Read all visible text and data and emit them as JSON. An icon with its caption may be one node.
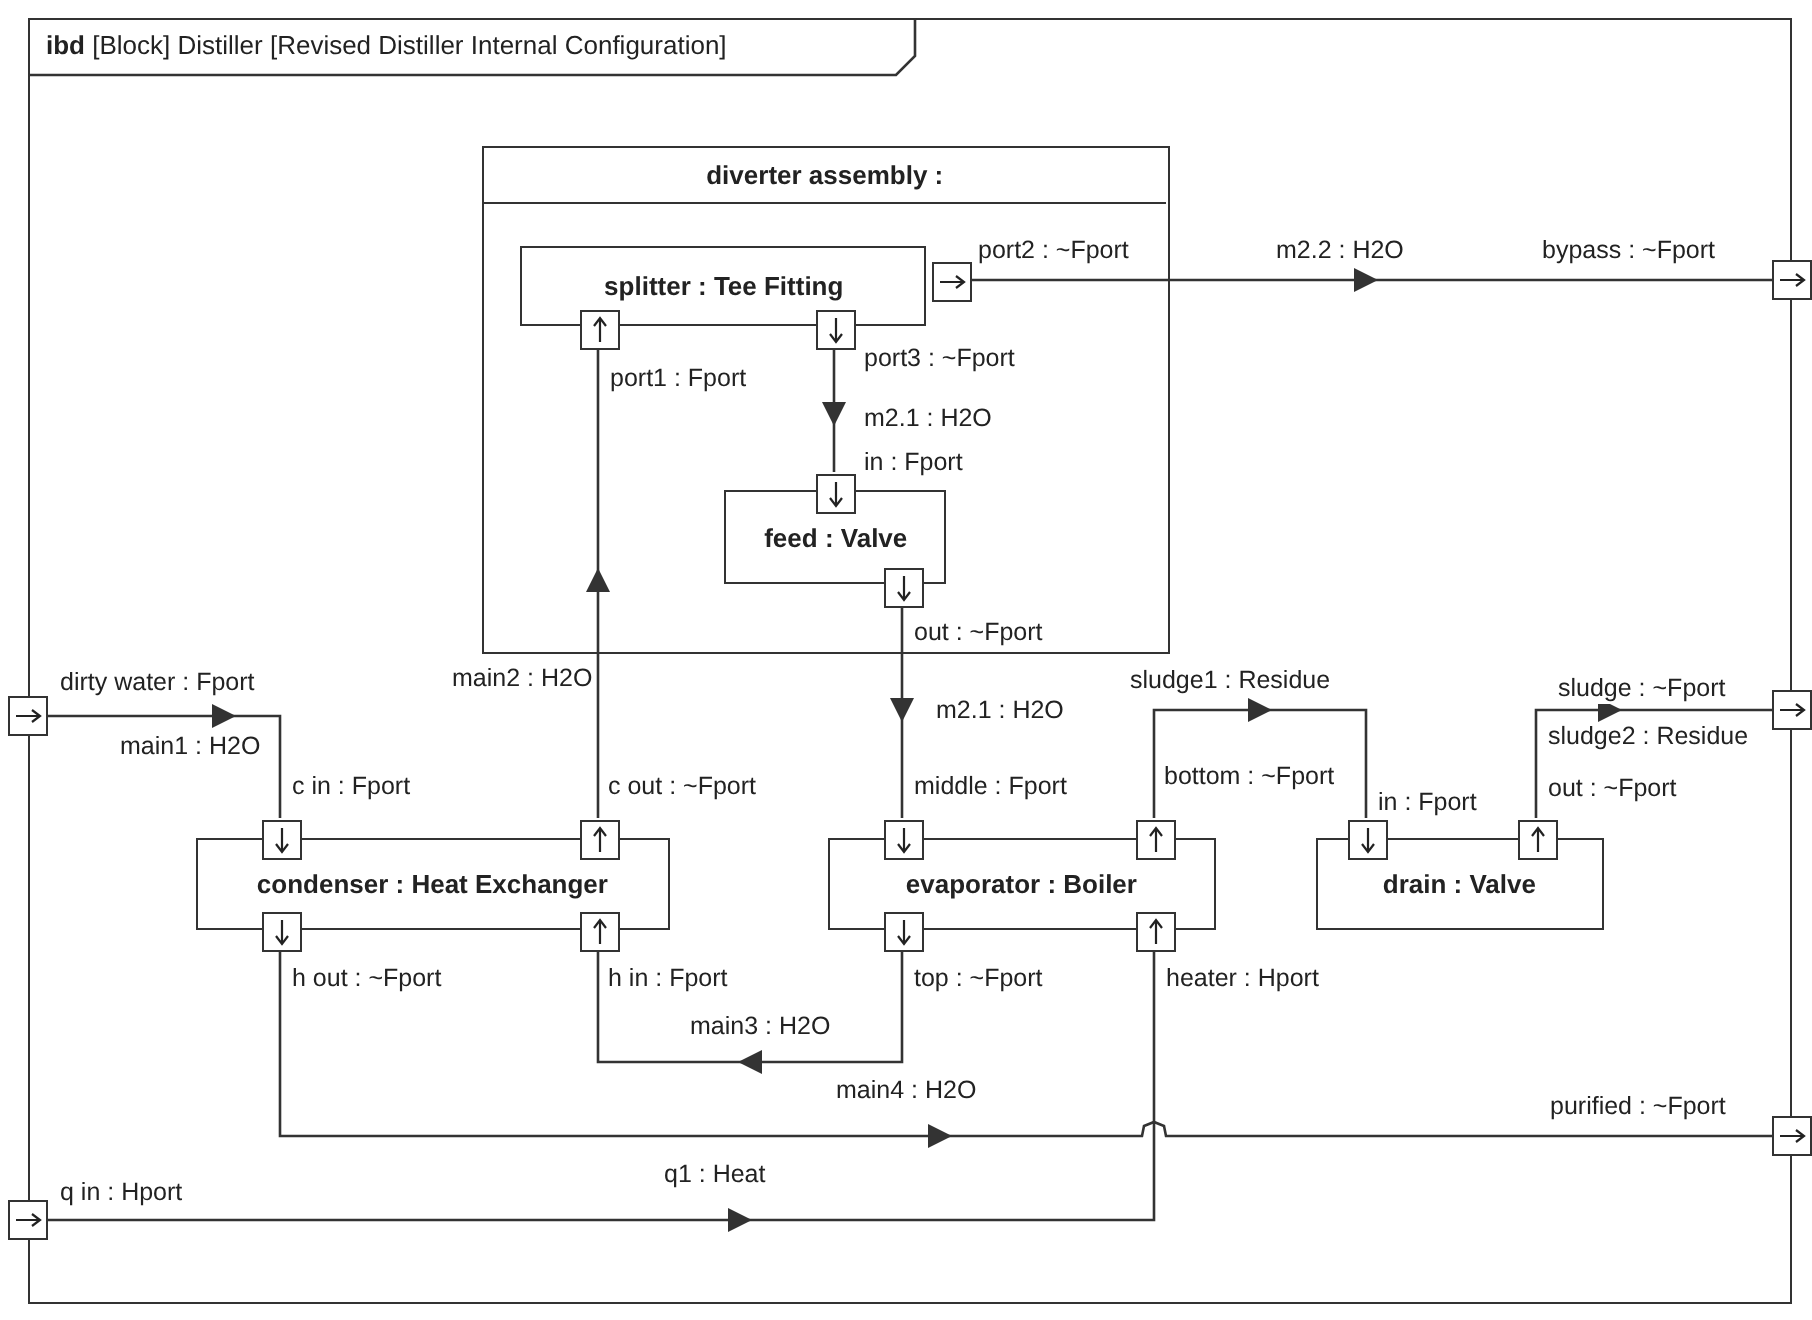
{
  "diagram": {
    "nodes": [
      {
        "text": [
          "**ibd** [Block] Distiller [Revised Distiller Internal Configuration]"
        ]
      },
      {
        "text": [
          "diverter assembly :"
        ],
        "in": 0
      },
      {
        "text": [
          "splitter : Tee Fitting"
        ],
        "in": 1
      },
      {
        "text": [
          "feed : Valve"
        ],
        "in": 1
      },
      {
        "text": [
          "condenser : Heat Exchanger"
        ],
        "in": 0
      },
      {
        "text": [
          "evaporator : Boiler"
        ],
        "in": 0
      },
      {
        "text": [
          "drain : Valve"
        ],
        "in": 0
      },
      {
        "text": [],
        "shape": "box",
        "beside": [
          "port1 : Fport"
        ],
        "in": 1
      },
      {
        "text": [],
        "shape": "box",
        "beside": [
          "port3 : ~Fport"
        ],
        "in": 1
      },
      {
        "text": [],
        "shape": "box",
        "beside": [
          "port2 : ~Fport"
        ],
        "in": 1
      },
      {
        "text": [],
        "shape": "box",
        "beside": [
          "in : Fport"
        ],
        "in": 1
      },
      {
        "text": [],
        "shape": "box",
        "beside": [
          "out : ~Fport"
        ],
        "in": 1
      },
      {
        "text": [],
        "shape": "box",
        "beside": [
          "c in : Fport"
        ],
        "in": 0
      },
      {
        "text": [],
        "shape": "box",
        "beside": [
          "c out : ~Fport"
        ],
        "in": 0
      },
      {
        "text": [],
        "shape": "box",
        "beside": [
          "h out : ~Fport"
        ],
        "in": 0
      },
      {
        "text": [],
        "shape": "box",
        "beside": [
          "h in : Fport"
        ],
        "in": 0
      },
      {
        "text": [],
        "shape": "box",
        "beside": [
          "middle : Fport"
        ],
        "in": 0
      },
      {
        "text": [],
        "shape": "box",
        "beside": [
          "bottom : ~Fport"
        ],
        "in": 0
      },
      {
        "text": [],
        "shape": "box",
        "beside": [
          "top : ~Fport"
        ],
        "in": 0
      },
      {
        "text": [],
        "shape": "box",
        "beside": [
          "heater : Hport"
        ],
        "in": 0
      },
      {
        "text": [],
        "shape": "box",
        "beside": [
          "in : Fport"
        ],
        "in": 0
      },
      {
        "text": [],
        "shape": "box",
        "beside": [
          "out : ~Fport"
        ],
        "in": 0
      },
      {
        "text": [],
        "shape": "box",
        "beside": [
          "dirty water : Fport"
        ]
      },
      {
        "text": [],
        "shape": "box",
        "beside": [
          "q in : Hport"
        ]
      },
      {
        "text": [],
        "shape": "box",
        "beside": [
          "bypass : ~Fport"
        ]
      },
      {
        "text": [],
        "shape": "box",
        "beside": [
          "sludge : ~Fport"
        ]
      },
      {
        "text": [],
        "shape": "box",
        "beside": [
          "purified : ~Fport"
        ]
      }
    ],
    "edges": [
      {
        "from": 22,
        "to": 12,
        "arrow": "to",
        "label": "main1 : H2O"
      },
      {
        "from": 13,
        "to": 7,
        "arrow": "to",
        "label": "main2 : H2O"
      },
      {
        "from": 9,
        "to": 24,
        "arrow": "to",
        "label": "m2.2 : H2O"
      },
      {
        "from": 8,
        "to": 10,
        "arrow": "to",
        "label": "m2.1 : H2O"
      },
      {
        "from": 11,
        "to": 16,
        "arrow": "to",
        "label": "m2.1 : H2O"
      },
      {
        "from": 18,
        "to": 15,
        "arrow": "to",
        "label": "main3 : H2O"
      },
      {
        "from": 14,
        "to": 26,
        "arrow": "to",
        "label": "main4 : H2O"
      },
      {
        "from": 23,
        "to": 19,
        "arrow": "to",
        "label": "q1 : Heat"
      },
      {
        "from": 17,
        "to": 20,
        "arrow": "to",
        "label": "sludge1 : Residue"
      },
      {
        "from": 21,
        "to": 25,
        "arrow": "to",
        "label": "sludge2 : Residue"
      }
    ]
  }
}
